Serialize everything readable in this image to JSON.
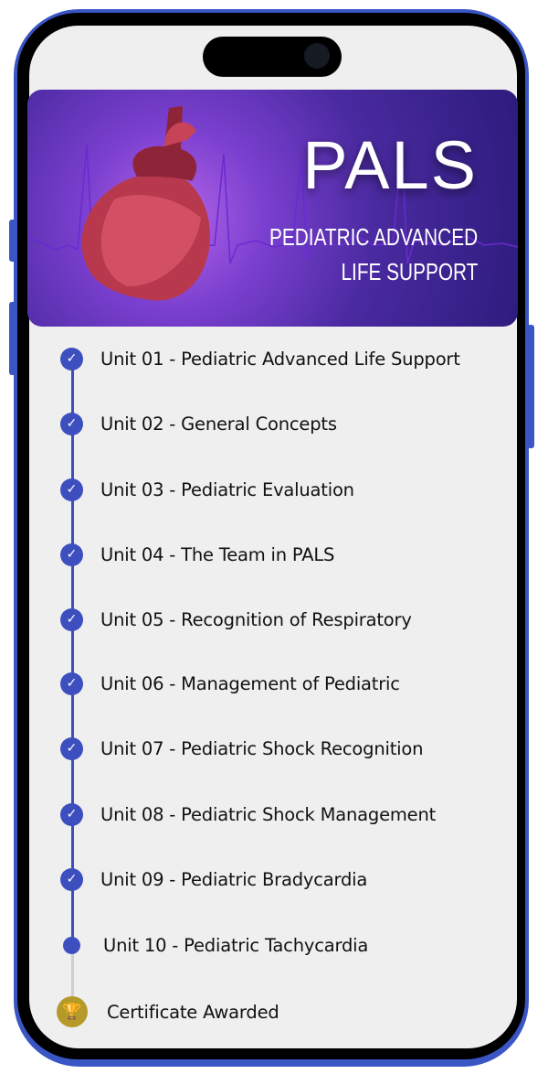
{
  "banner": {
    "title": "PALS",
    "subtitle_line1": "PEDIATRIC ADVANCED",
    "subtitle_line2": "LIFE SUPPORT"
  },
  "units": [
    {
      "label": "Unit 01 - Pediatric Advanced Life Support",
      "status": "completed"
    },
    {
      "label": "Unit 02 - General Concepts",
      "status": "completed"
    },
    {
      "label": "Unit 03 - Pediatric Evaluation",
      "status": "completed"
    },
    {
      "label": "Unit 04 - The Team in PALS",
      "status": "completed"
    },
    {
      "label": "Unit 05 - Recognition of Respiratory",
      "status": "completed"
    },
    {
      "label": "Unit 06 - Management of Pediatric",
      "status": "completed"
    },
    {
      "label": "Unit 07 - Pediatric Shock Recognition",
      "status": "completed"
    },
    {
      "label": "Unit 08 - Pediatric Shock Management",
      "status": "completed"
    },
    {
      "label": "Unit 09 - Pediatric Bradycardia",
      "status": "completed"
    },
    {
      "label": "Unit 10 - Pediatric Tachycardia",
      "status": "current"
    }
  ],
  "certificate": {
    "label": "Certificate Awarded"
  },
  "colors": {
    "accent": "#3d4fbf",
    "frame": "#3a55c4",
    "trophy": "#b59a2a",
    "pending_line": "#cfcfcf"
  }
}
